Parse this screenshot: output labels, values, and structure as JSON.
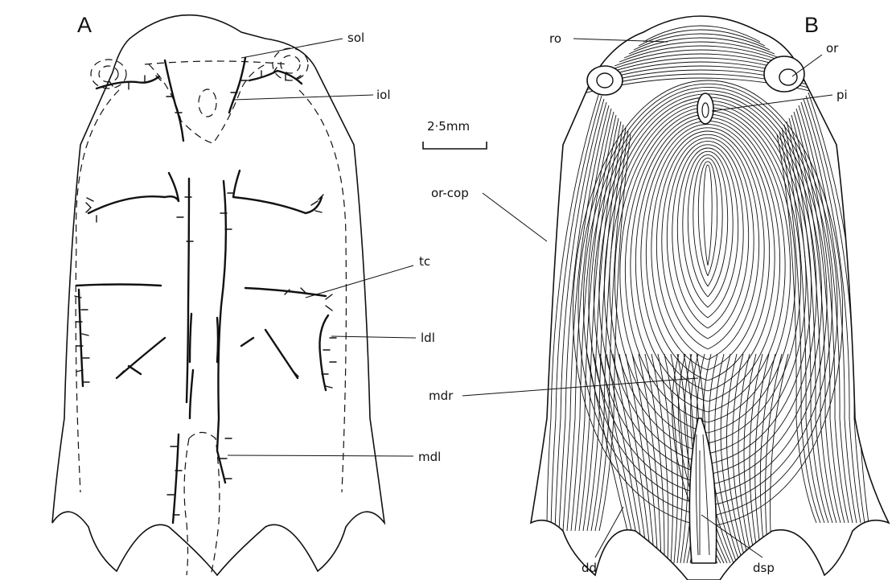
{
  "panels": {
    "left": "A",
    "right": "B"
  },
  "scale_bar": {
    "label": "2·5mm"
  },
  "labels_A": {
    "sol": "sol",
    "iol": "iol",
    "tc": "tc",
    "ldl": "ldl",
    "mdl": "mdl"
  },
  "labels_B": {
    "ro": "ro",
    "or": "or",
    "pi": "pi",
    "or_cop": "or-cop",
    "mdr": "mdr",
    "dd": "dd",
    "dsp": "dsp"
  }
}
